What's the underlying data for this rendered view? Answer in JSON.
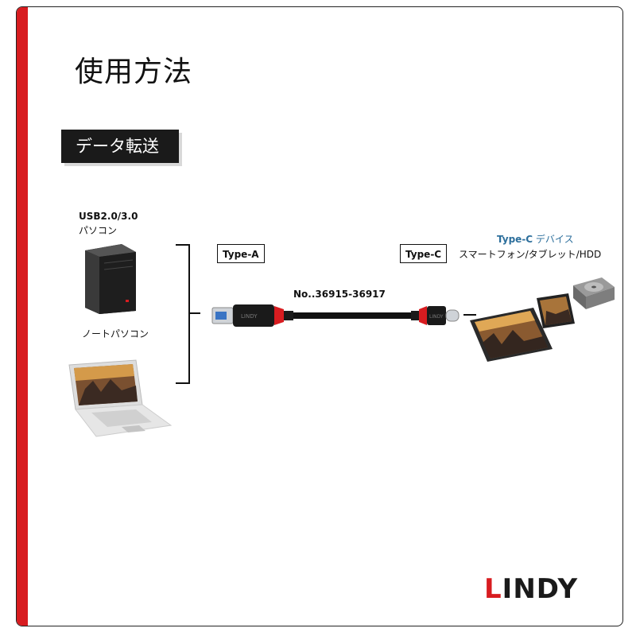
{
  "page": {
    "title": "使用方法",
    "section_badge": "データ転送"
  },
  "left": {
    "pc_label_line1": "USB2.0/3.0",
    "pc_label_line2": "パソコン",
    "laptop_label": "ノートパソコン"
  },
  "connectors": {
    "type_a": "Type-A",
    "type_c": "Type-C",
    "model_number": "No..36915-36917"
  },
  "right": {
    "devices_label_type": "Type-C",
    "devices_label_rest": " デバイス",
    "devices_line2": "スマートフォン/タブレット/HDD"
  },
  "brand": {
    "logo_first": "L",
    "logo_rest": "INDY"
  },
  "colors": {
    "accent_red": "#d81c20",
    "dark": "#1a1a1a",
    "device_label_blue": "#2d6f9c"
  }
}
